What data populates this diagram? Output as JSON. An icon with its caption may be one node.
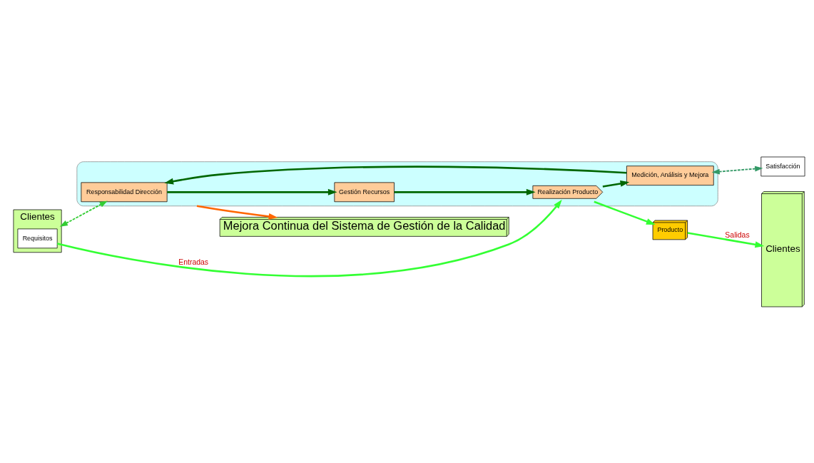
{
  "diagram": {
    "nodes": [
      {
        "text": [
          "Mejora Continua del Sistema de Gestión de la Calidad"
        ]
      },
      {
        "text": [
          "Clientes"
        ]
      },
      {
        "text": [
          "Requisitos"
        ],
        "in": 1
      },
      {
        "text": [],
        "shape": "ellipse"
      },
      {
        "text": [
          "Responsabilidad Dirección"
        ],
        "in": 3
      },
      {
        "text": [
          "Gestión Recursos"
        ],
        "in": 3
      },
      {
        "text": [
          "Medición, Análisis y Mejora"
        ],
        "in": 3
      },
      {
        "text": [
          "Realización Producto"
        ],
        "in": 3
      },
      {
        "text": [
          "Producto"
        ]
      },
      {
        "text": [
          "Clientes"
        ]
      },
      {
        "text": [
          "Satisfacción"
        ]
      }
    ],
    "edges": [
      {
        "from": 1,
        "to": 4,
        "arrow": "both",
        "style": "dashed",
        "color": "#33cc33"
      },
      {
        "from": 4,
        "to": 5,
        "arrow": "to"
      },
      {
        "from": 5,
        "to": 7,
        "arrow": "to"
      },
      {
        "from": 7,
        "to": 6,
        "arrow": "to"
      },
      {
        "from": 6,
        "to": 4,
        "arrow": "to"
      },
      {
        "from": 6,
        "to": 10,
        "arrow": "both",
        "style": "dashed",
        "color": "#339966"
      },
      {
        "from": 2,
        "to": 7,
        "arrow": "to",
        "label": "Entradas",
        "color": "#33ff33"
      },
      {
        "from": 7,
        "to": 8,
        "arrow": "to",
        "color": "#33ff33"
      },
      {
        "from": 8,
        "to": 9,
        "arrow": "to",
        "label": "Salidas",
        "color": "#33ff33"
      },
      {
        "from": 3,
        "to": 0,
        "arrow": "to",
        "color": "#ff6600"
      }
    ]
  }
}
